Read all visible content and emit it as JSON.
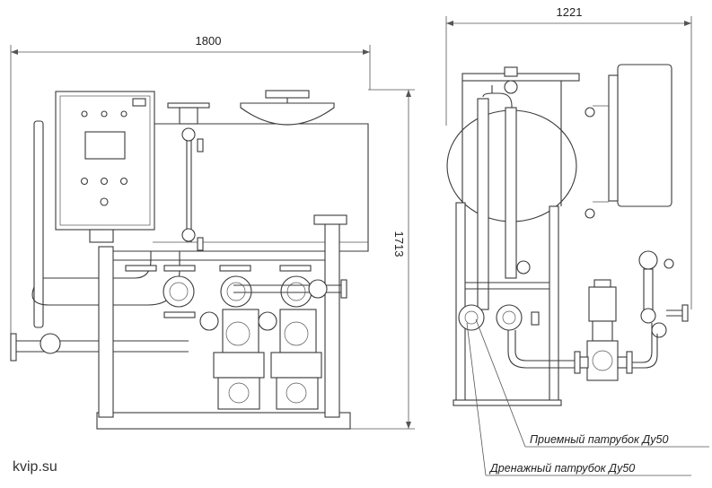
{
  "dimensions": {
    "front_width": "1800",
    "front_height": "1713",
    "side_width": "1221"
  },
  "labels": {
    "suction": "Приемный патрубок Ду50",
    "drain": "Дренажный патрубок Ду50"
  },
  "watermark": "kvip.su"
}
